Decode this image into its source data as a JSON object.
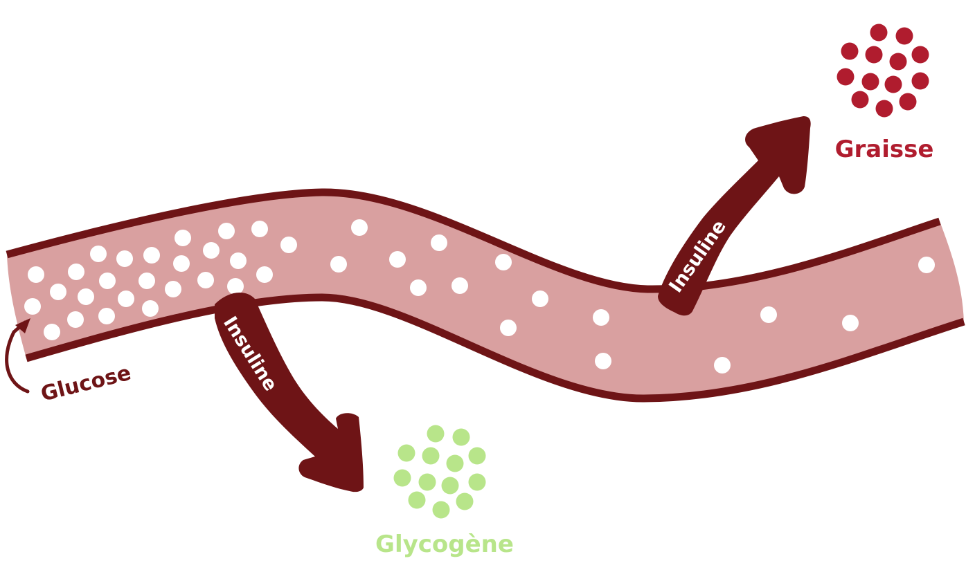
{
  "diagram": {
    "title": "Insulin glucose storage",
    "vessel_label": "Glucose",
    "arrow_down_label": "Insuline",
    "arrow_up_label": "Insuline",
    "glycogen_label": "Glycogène",
    "fat_label": "Graisse"
  },
  "colors": {
    "vessel_fill": "#d9a0a0",
    "vessel_border": "#6e1416",
    "arrow": "#6e1416",
    "glucose_dot": "#ffffff",
    "glycogen": "#b8e58a",
    "fat": "#b01c2e",
    "glucose_text": "#6e1416",
    "arrow_text": "#ffffff"
  }
}
